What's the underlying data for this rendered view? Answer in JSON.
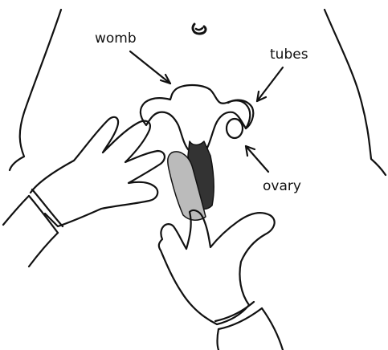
{
  "labels": {
    "womb": "womb",
    "tubes": "tubes",
    "ovary": "ovary"
  },
  "style": {
    "ink": "#111111",
    "background": "#ffffff"
  },
  "icons": [
    "navel-icon"
  ]
}
